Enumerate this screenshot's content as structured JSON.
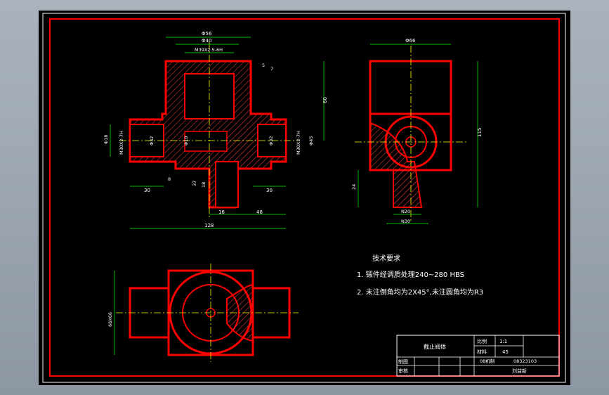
{
  "tech_requirements": {
    "title": "技术要求",
    "item1": "1. 锻件经调质处理240~280 HBS",
    "item2": "2. 未注倒角均为2X45°,未注圆角均为R3"
  },
  "title_block": {
    "part_name": "截止阀体",
    "scale_label": "比例",
    "scale_value": "1:1",
    "material_label": "材料",
    "material_value": "45",
    "drawn_label": "制图",
    "checked_label": "审核",
    "class_code": "08机制",
    "student_id": "08323103",
    "author": "刘益新"
  },
  "front_view_dims": {
    "d56": "Φ56",
    "d40": "Φ40",
    "thread_top": "M39X2.5-6H",
    "len5": "5",
    "len7": "7",
    "len60": "60",
    "d18": "Φ18",
    "thread_left": "M30X2-7H",
    "thread_right": "M30X2-7H",
    "len30_left": "30",
    "len30_right": "30",
    "len128": "128",
    "len16": "16",
    "len48": "48",
    "len37": "37",
    "len18": "18",
    "d32_left": "Φ32",
    "d32_right": "Φ32",
    "d45": "Φ45",
    "d10": "Φ10",
    "len8": "8"
  },
  "side_view_dims": {
    "d66": "Φ66",
    "len115": "115",
    "len24": "24",
    "n20": "N20",
    "n30": "N30"
  },
  "top_view_dims": {
    "d66x66": "66X66"
  },
  "colors": {
    "outline": "#ff0000",
    "dimension": "#00ff00",
    "text": "#ffffff",
    "centerline": "#ffff00",
    "hatch": "#ff4040",
    "background": "#000000"
  }
}
